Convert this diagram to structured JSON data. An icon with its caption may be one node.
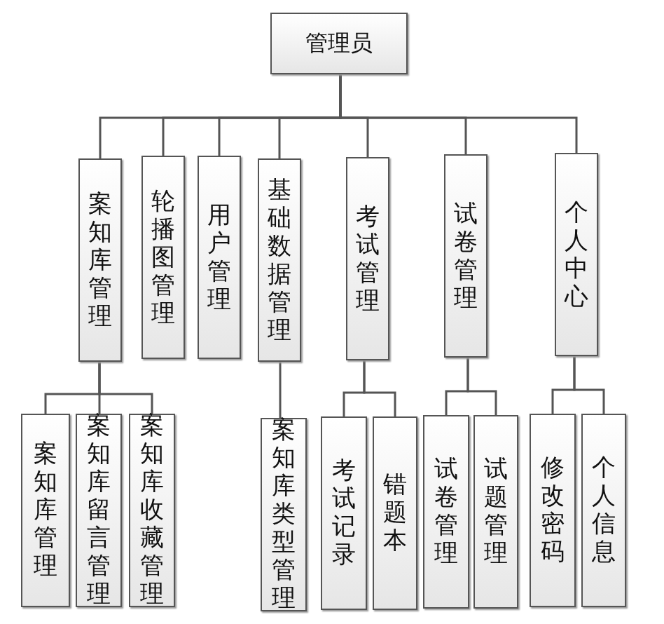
{
  "diagram": {
    "nodes": [
      {
        "text": [
          "管理员"
        ]
      },
      {
        "text": [
          "案知库管理"
        ]
      },
      {
        "text": [
          "轮播图管理"
        ]
      },
      {
        "text": [
          "用户管理"
        ]
      },
      {
        "text": [
          "基础数据管理"
        ]
      },
      {
        "text": [
          "考试管理"
        ]
      },
      {
        "text": [
          "试卷管理"
        ]
      },
      {
        "text": [
          "个人中心"
        ]
      },
      {
        "text": [
          "案知库管理"
        ]
      },
      {
        "text": [
          "案知库留言管理"
        ]
      },
      {
        "text": [
          "案知库收藏管理"
        ]
      },
      {
        "text": [
          "案知库类型管理"
        ]
      },
      {
        "text": [
          "考试记录"
        ]
      },
      {
        "text": [
          "错题本"
        ]
      },
      {
        "text": [
          "试卷管理"
        ]
      },
      {
        "text": [
          "试题管理"
        ]
      },
      {
        "text": [
          "修改密码"
        ]
      },
      {
        "text": [
          "个人信息"
        ]
      }
    ],
    "edges": [
      {
        "from": 0,
        "to": 1,
        "arrow": "none"
      },
      {
        "from": 0,
        "to": 2,
        "arrow": "none"
      },
      {
        "from": 0,
        "to": 3,
        "arrow": "none"
      },
      {
        "from": 0,
        "to": 4,
        "arrow": "none"
      },
      {
        "from": 0,
        "to": 5,
        "arrow": "none"
      },
      {
        "from": 0,
        "to": 6,
        "arrow": "none"
      },
      {
        "from": 0,
        "to": 7,
        "arrow": "none"
      },
      {
        "from": 1,
        "to": 8,
        "arrow": "none"
      },
      {
        "from": 1,
        "to": 9,
        "arrow": "none"
      },
      {
        "from": 1,
        "to": 10,
        "arrow": "none"
      },
      {
        "from": 4,
        "to": 11,
        "arrow": "none"
      },
      {
        "from": 5,
        "to": 12,
        "arrow": "none"
      },
      {
        "from": 5,
        "to": 13,
        "arrow": "none"
      },
      {
        "from": 6,
        "to": 14,
        "arrow": "none"
      },
      {
        "from": 6,
        "to": 15,
        "arrow": "none"
      },
      {
        "from": 7,
        "to": 16,
        "arrow": "none"
      },
      {
        "from": 7,
        "to": 17,
        "arrow": "none"
      }
    ]
  }
}
